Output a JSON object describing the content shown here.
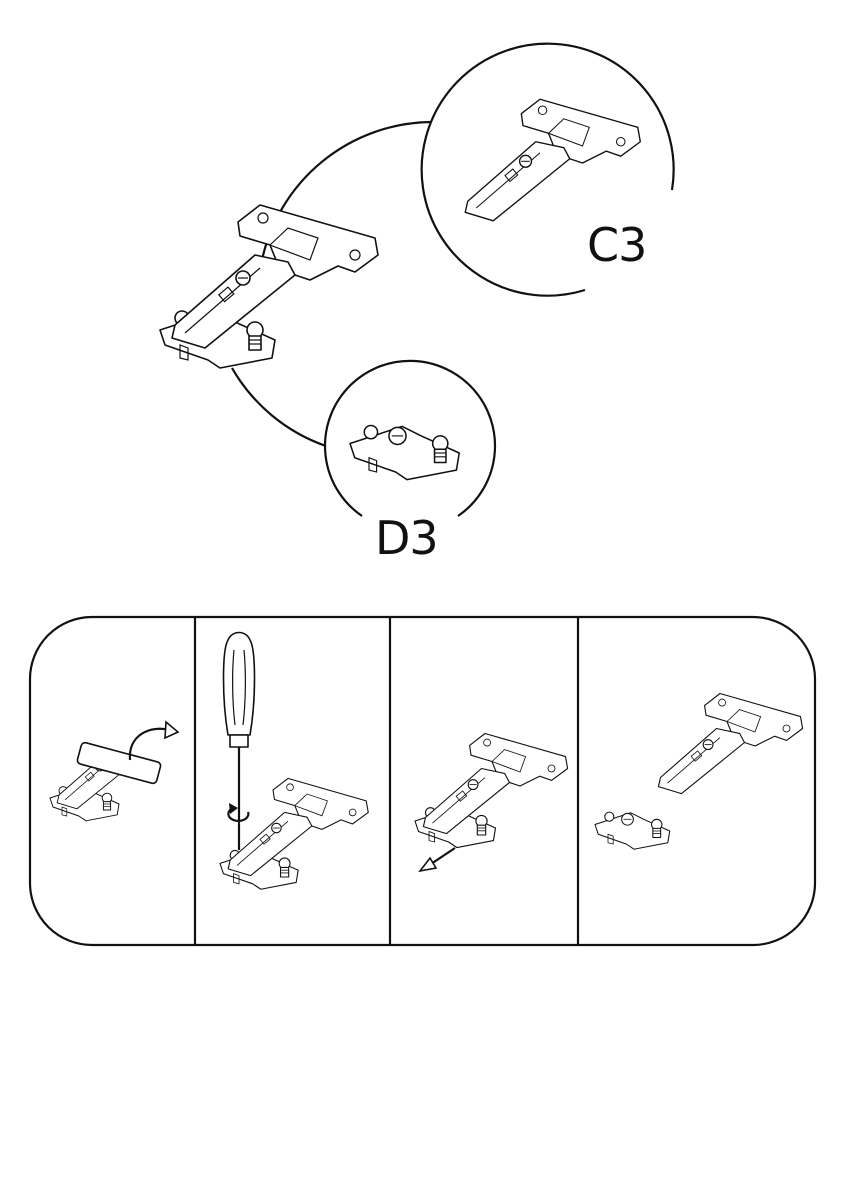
{
  "labels": {
    "cup_part": "C3",
    "plate_part": "D3"
  },
  "steps": [
    {
      "action": "lift-lever"
    },
    {
      "action": "screwdriver-turn"
    },
    {
      "action": "pull-out"
    },
    {
      "action": "separated"
    }
  ],
  "colors": {
    "line": "#111111",
    "background": "#ffffff"
  }
}
